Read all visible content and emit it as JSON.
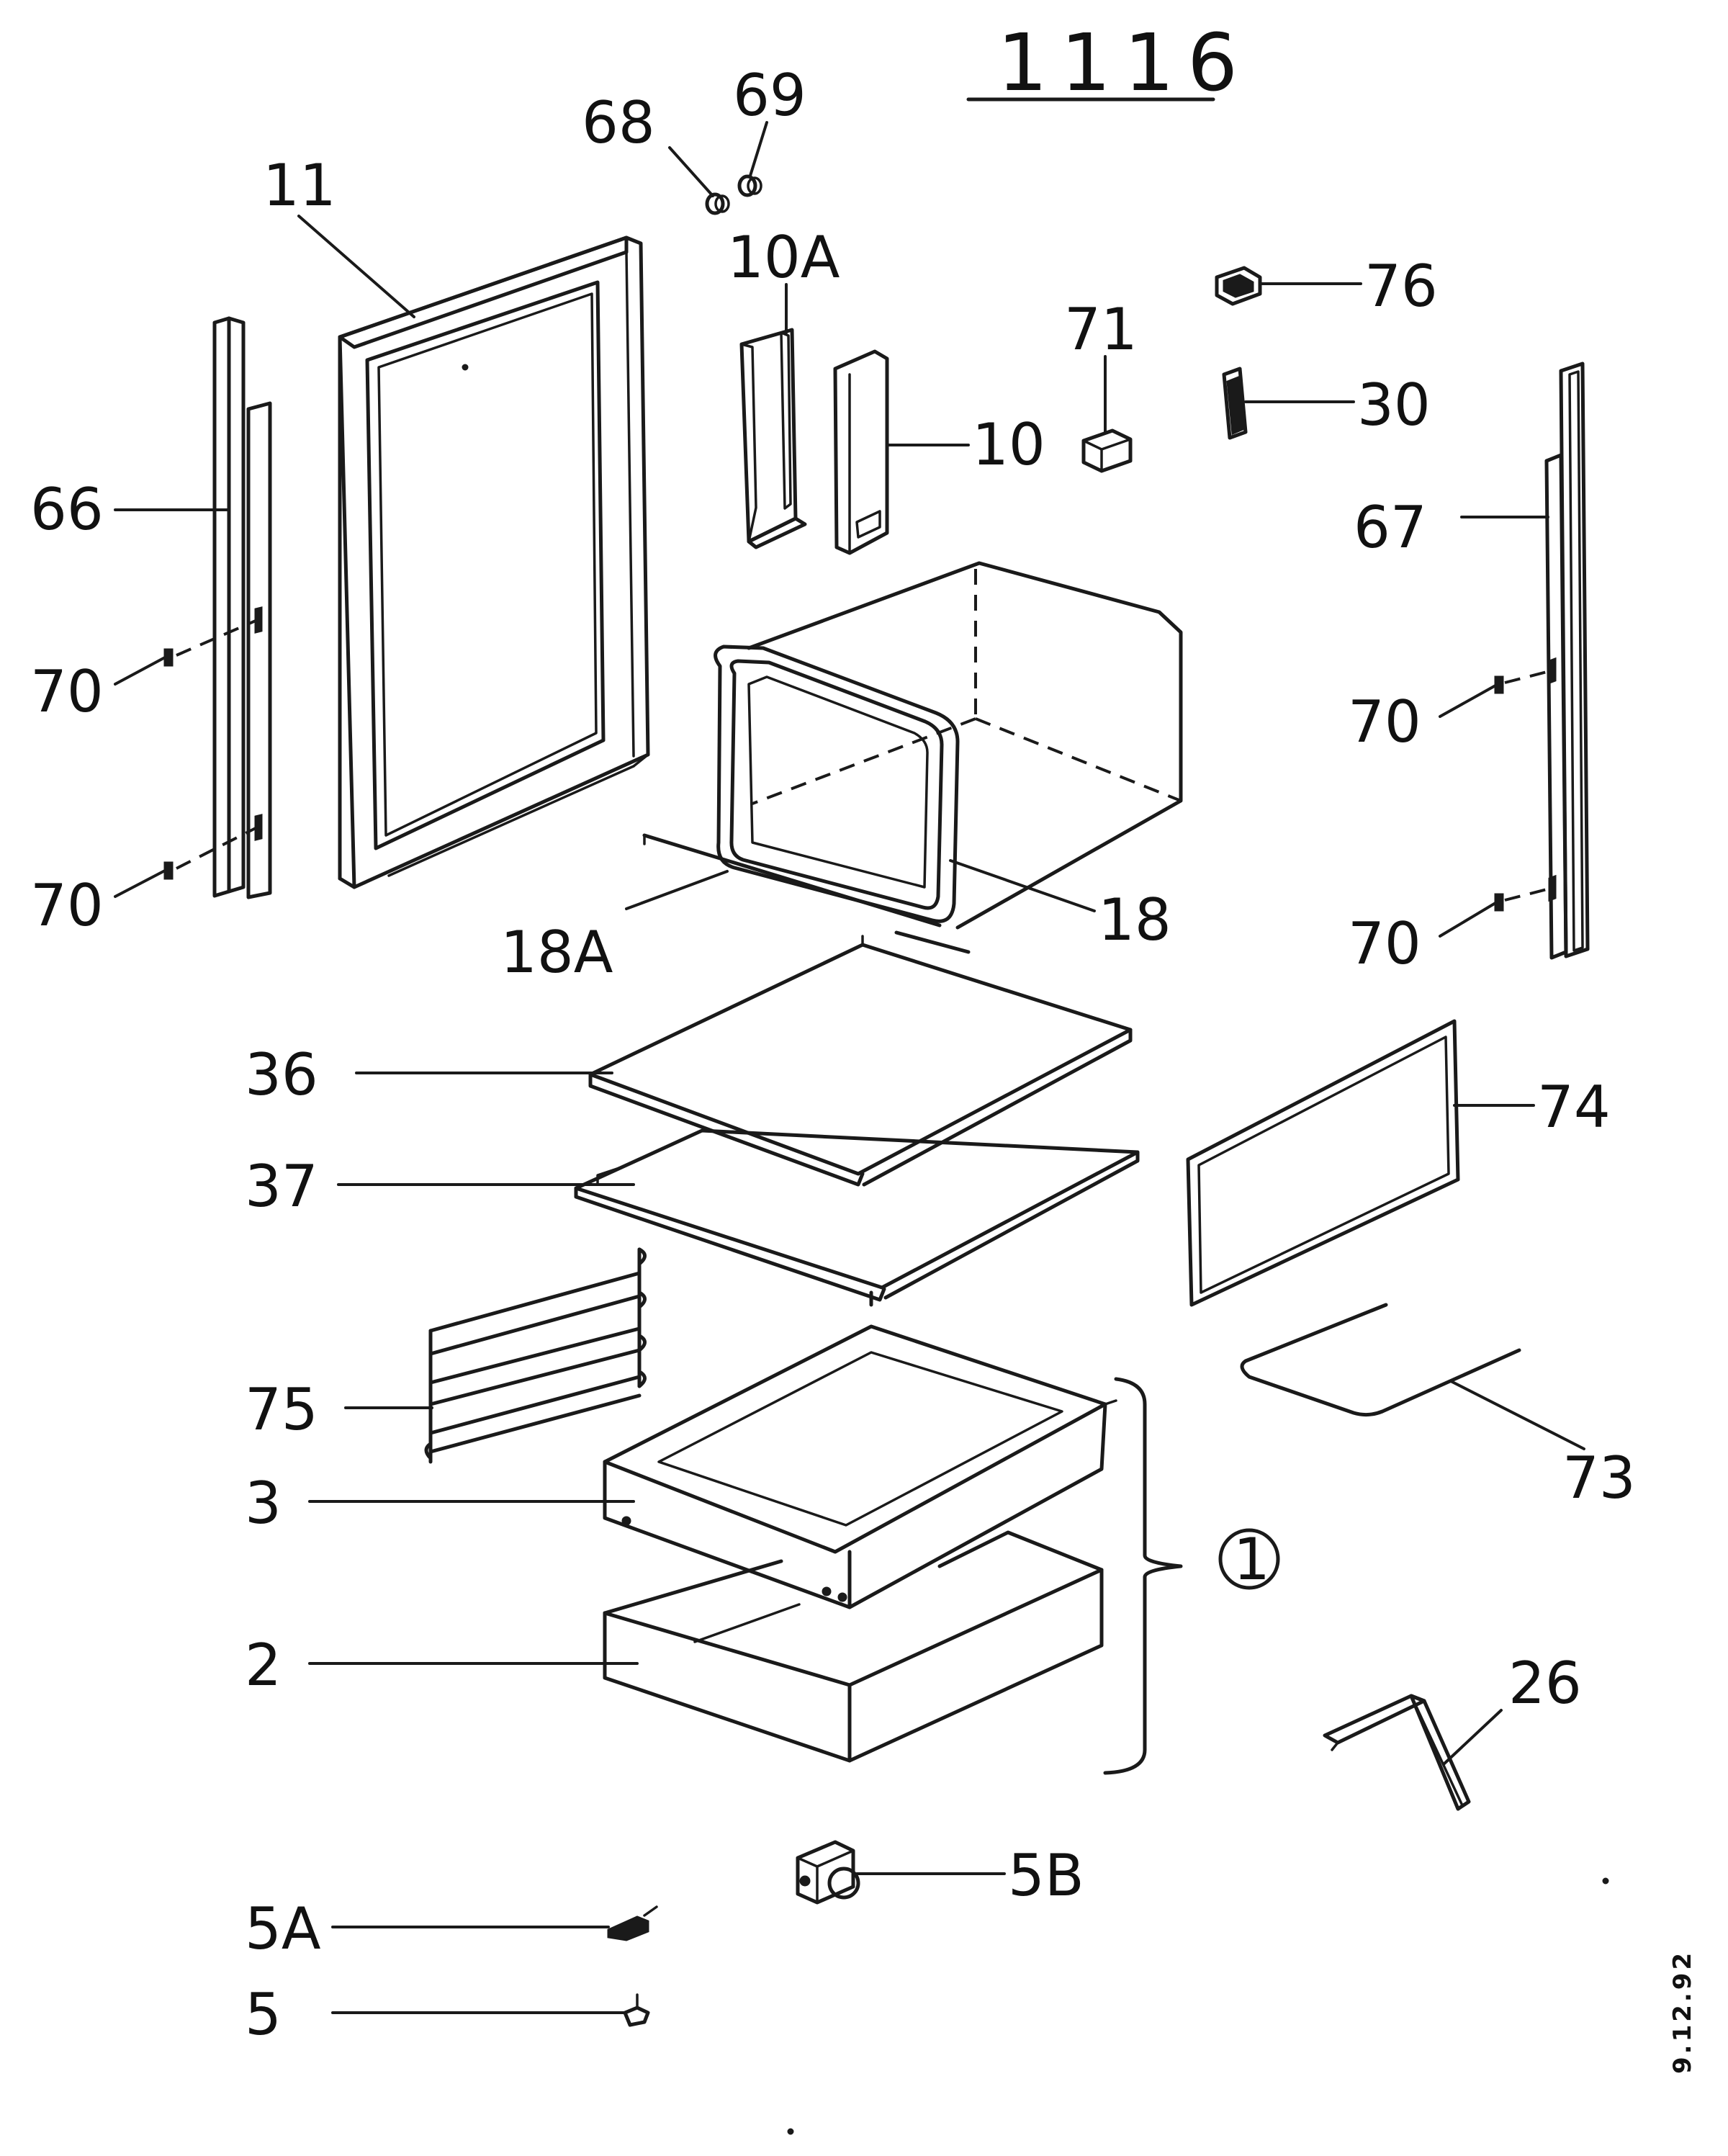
{
  "title": "1116",
  "date_code": "9.12.92",
  "assembly_marker": "1",
  "labels": [
    {
      "id": "11",
      "text": "11"
    },
    {
      "id": "68",
      "text": "68"
    },
    {
      "id": "69",
      "text": "69"
    },
    {
      "id": "10A",
      "text": "10A"
    },
    {
      "id": "76",
      "text": "76"
    },
    {
      "id": "71",
      "text": "71"
    },
    {
      "id": "30",
      "text": "30"
    },
    {
      "id": "10",
      "text": "10"
    },
    {
      "id": "66",
      "text": "66"
    },
    {
      "id": "67",
      "text": "67"
    },
    {
      "id": "70a",
      "text": "70"
    },
    {
      "id": "70b",
      "text": "70"
    },
    {
      "id": "70c",
      "text": "70"
    },
    {
      "id": "70d",
      "text": "70"
    },
    {
      "id": "18",
      "text": "18"
    },
    {
      "id": "18A",
      "text": "18A"
    },
    {
      "id": "36",
      "text": "36"
    },
    {
      "id": "37",
      "text": "37"
    },
    {
      "id": "74",
      "text": "74"
    },
    {
      "id": "73",
      "text": "73"
    },
    {
      "id": "75",
      "text": "75"
    },
    {
      "id": "3",
      "text": "3"
    },
    {
      "id": "2",
      "text": "2"
    },
    {
      "id": "26",
      "text": "26"
    },
    {
      "id": "5B",
      "text": "5B"
    },
    {
      "id": "5A",
      "text": "5A"
    },
    {
      "id": "5",
      "text": "5"
    }
  ]
}
